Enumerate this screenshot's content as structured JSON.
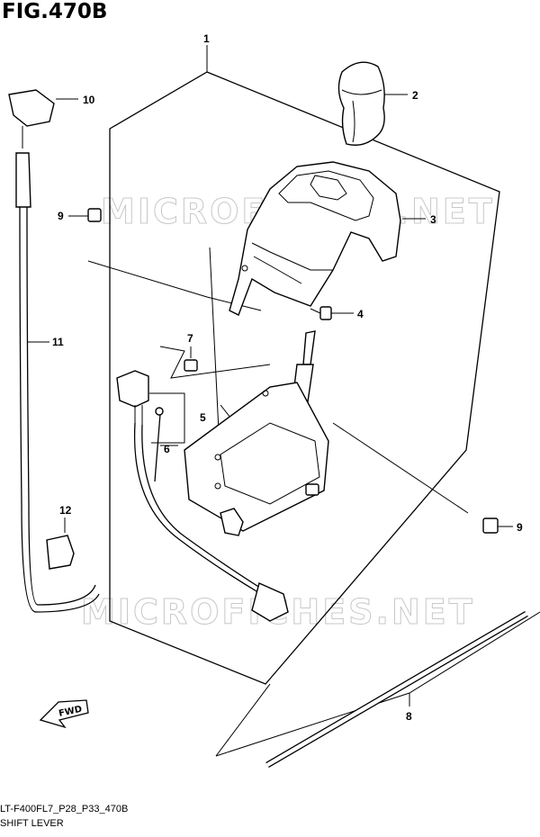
{
  "figure": {
    "title": "FIG.470B",
    "code": "LT-F400FL7_P28_P33_470B",
    "name": "SHIFT LEVER"
  },
  "watermark": {
    "text_top": "MICROFICHES.NET",
    "text_bottom": "MICROFICHES.NET"
  },
  "fwd_label": "FWD",
  "callouts": [
    "1",
    "2",
    "3",
    "4",
    "5",
    "6",
    "7",
    "8",
    "9",
    "9",
    "10",
    "11",
    "12"
  ]
}
